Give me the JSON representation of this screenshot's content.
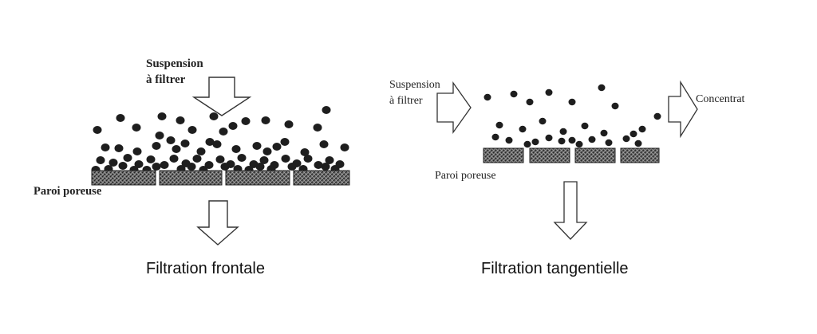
{
  "frontal": {
    "input_label_line1": "Suspension",
    "input_label_line2": "à filtrer",
    "membrane_label": "Paroi poreuse",
    "caption": "Filtration frontale"
  },
  "tangential": {
    "input_label_line1": "Suspension",
    "input_label_line2": "à filtrer",
    "output_label": "Concentrat",
    "membrane_label": "Paroi poreuse",
    "caption": "Filtration tangentielle"
  },
  "colors": {
    "particle": "#1e1e1e",
    "arrow_stroke": "#333333",
    "membrane_fill": "#555555"
  }
}
